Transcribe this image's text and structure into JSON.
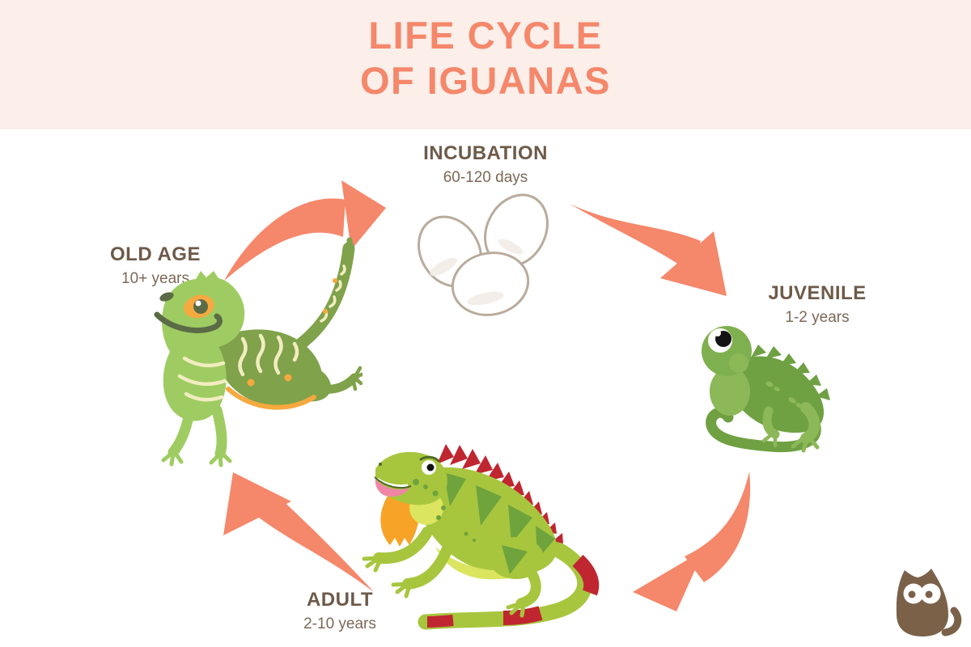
{
  "header": {
    "title_line1": "LIFE CYCLE",
    "title_line2": "OF IGUANAS"
  },
  "diagram": {
    "type": "cycle",
    "stages": [
      {
        "id": "incubation",
        "label": "INCUBATION",
        "duration": "60-120 days",
        "illustration": "iguana-eggs"
      },
      {
        "id": "juvenile",
        "label": "JUVENILE",
        "duration": "1-2 years",
        "illustration": "juvenile-iguana"
      },
      {
        "id": "adult",
        "label": "ADULT",
        "duration": "2-10 years",
        "illustration": "adult-iguana"
      },
      {
        "id": "old-age",
        "label": "OLD AGE",
        "duration": "10+ years",
        "illustration": "old-iguana"
      }
    ],
    "flow": [
      "old-age -> incubation",
      "incubation -> juvenile",
      "juvenile -> adult",
      "adult -> old-age"
    ]
  },
  "icons": {
    "arrows": "curved-arrow-icon",
    "logo": "cat-icon"
  },
  "colors": {
    "header_background": "#FCEEE9",
    "title_coral": "#F5876B",
    "arrow_salmon": "#F5876B",
    "label_brown": "#6E5A49",
    "duration_brown": "#7C6857",
    "egg_outline": "#B9AB9C",
    "iguana_green_light": "#9FCC62",
    "iguana_green_mid": "#6FA042",
    "iguana_yellow_green": "#A7C63E",
    "iguana_dark_green": "#6FA33C",
    "spike_red": "#C02630",
    "dewlap_orange": "#F7A327",
    "accent_cream": "#F2EDC0",
    "logo_brown": "#7A6148",
    "canvas_background": "#FFFFFF"
  }
}
